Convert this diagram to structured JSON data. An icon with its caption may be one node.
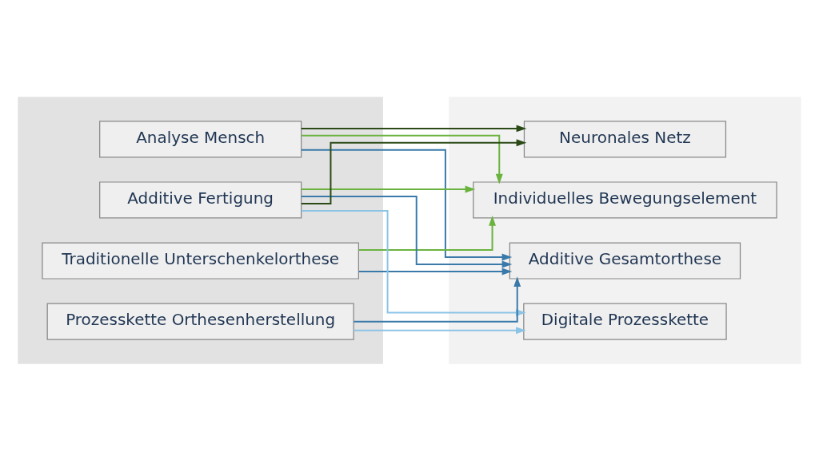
{
  "diagram": {
    "nodes": [
      {
        "text": [],
        "shape": "box"
      },
      {
        "text": [
          "Analyse Mensch"
        ],
        "in": 0
      },
      {
        "text": [
          "Traditionelle Unterschenkelorthese"
        ],
        "in": 0
      },
      {
        "text": [
          "Additive Fertigung"
        ],
        "in": 0
      },
      {
        "text": [
          "Prozesskette Orthesenherstellung"
        ],
        "in": 0
      },
      {
        "text": [],
        "shape": "box"
      },
      {
        "text": [
          "Individuelles Bewegungselement"
        ],
        "in": 5
      },
      {
        "text": [
          "Additive Gesamtorthese"
        ],
        "in": 5
      },
      {
        "text": [
          "Neuronales Netz"
        ],
        "in": 5
      },
      {
        "text": [
          "Digitale Prozesskette"
        ],
        "in": 5
      }
    ],
    "edges": [
      {
        "from": 1,
        "to": 6,
        "arrow": "to",
        "color": "#6ab33e"
      },
      {
        "from": 2,
        "to": 6,
        "arrow": "to",
        "color": "#6ab33e"
      },
      {
        "from": 3,
        "to": 6,
        "arrow": "to",
        "color": "#6ab33e"
      },
      {
        "from": 1,
        "to": 7,
        "arrow": "to"
      },
      {
        "from": 2,
        "to": 7,
        "arrow": "to"
      },
      {
        "from": 3,
        "to": 7,
        "arrow": "to"
      },
      {
        "from": 4,
        "to": 7,
        "arrow": "to"
      },
      {
        "from": 1,
        "to": 8,
        "arrow": "to",
        "color": "#2b4a17"
      },
      {
        "from": 3,
        "to": 8,
        "arrow": "to",
        "color": "#2b4a17"
      },
      {
        "from": 3,
        "to": 9,
        "arrow": "to",
        "color": "#8cc4e6"
      },
      {
        "from": 4,
        "to": 9,
        "arrow": "to",
        "color": "#8cc4e6"
      }
    ]
  }
}
